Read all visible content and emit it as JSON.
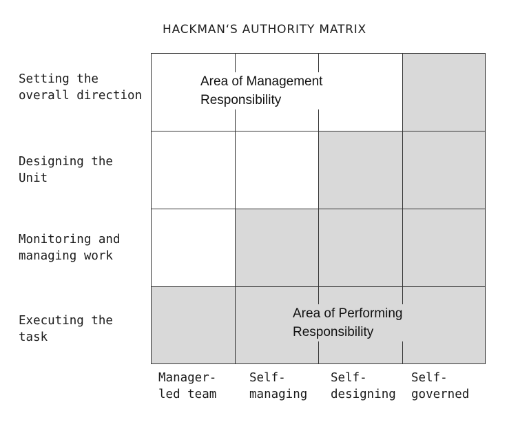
{
  "title": "HACKMAN‘S AUTHORITY MATRIX",
  "rows": [
    "Setting the\noverall direction",
    "Designing the\nUnit",
    "Monitoring and\nmanaging work",
    "Executing the\ntask"
  ],
  "columns": [
    "Manager-\nled team",
    "Self-\nmanaging",
    "Self-\ndesigning",
    "Self-\ngoverned"
  ],
  "cells": [
    [
      "white",
      "white",
      "white",
      "shaded"
    ],
    [
      "white",
      "white",
      "shaded",
      "shaded"
    ],
    [
      "white",
      "shaded",
      "shaded",
      "shaded"
    ],
    [
      "shaded",
      "shaded",
      "shaded",
      "shaded"
    ]
  ],
  "areas": {
    "management": "Area of Management\nResponsibility",
    "performing": "Area of Performing\nResponsibility"
  },
  "colors": {
    "shaded": "#d9d9d9",
    "white": "#ffffff",
    "grid_line": "#333333"
  }
}
